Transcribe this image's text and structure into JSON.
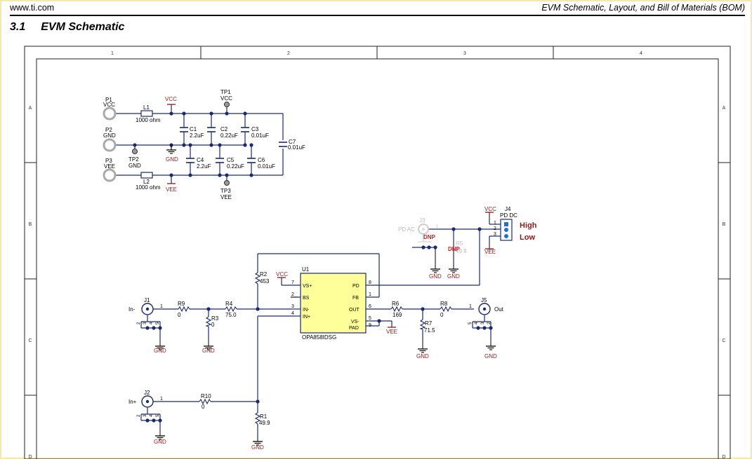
{
  "header": {
    "site": "www.ti.com",
    "doc_title": "EVM Schematic, Layout, and Bill of Materials (BOM)"
  },
  "section": {
    "number": "3.1",
    "title": "EVM Schematic"
  },
  "sheet": {
    "columns": [
      "1",
      "2",
      "3",
      "4"
    ],
    "rows": [
      "A",
      "B",
      "C",
      "D"
    ]
  },
  "power": {
    "ports": [
      {
        "ref": "P1",
        "net": "VCC"
      },
      {
        "ref": "P2",
        "net": "GND"
      },
      {
        "ref": "P3",
        "net": "VEE"
      }
    ],
    "inductors": [
      {
        "ref": "L1",
        "value": "1000 ohm"
      },
      {
        "ref": "L2",
        "value": "1000 ohm"
      }
    ],
    "testpoints": [
      {
        "ref": "TP1",
        "net": "VCC"
      },
      {
        "ref": "TP2",
        "net": "GND"
      },
      {
        "ref": "TP3",
        "net": "VEE"
      }
    ],
    "caps": [
      {
        "ref": "C1",
        "value": "2.2uF"
      },
      {
        "ref": "C2",
        "value": "0.22uF"
      },
      {
        "ref": "C3",
        "value": "0.01uF"
      },
      {
        "ref": "C4",
        "value": "2.2uF"
      },
      {
        "ref": "C5",
        "value": "0.22uF"
      },
      {
        "ref": "C6",
        "value": "0.01uF"
      },
      {
        "ref": "C7",
        "value": "0.01uF"
      }
    ],
    "vcc": "VCC",
    "gnd": "GND",
    "vee": "VEE"
  },
  "jumper": {
    "ref": "J4",
    "label": "PD DC",
    "pins": [
      "1",
      "2",
      "3"
    ],
    "high": "High",
    "low": "Low",
    "vcc": "VCC",
    "vee": "VEE"
  },
  "dnp": {
    "j3": "J3",
    "pdac": "PD AC",
    "pin1": "1",
    "r5": "R5",
    "r5_value": "49.9",
    "dnp": "DNP",
    "gnd": "GND"
  },
  "amp": {
    "ref": "U1",
    "part": "OPA858IDSG",
    "pins": [
      {
        "num": "7",
        "name": "VS+"
      },
      {
        "num": "2",
        "name": "BS"
      },
      {
        "num": "3",
        "name": "IN-"
      },
      {
        "num": "4",
        "name": "IN+"
      },
      {
        "num": "8",
        "name": "PD"
      },
      {
        "num": "1",
        "name": "FB"
      },
      {
        "num": "6",
        "name": "OUT"
      },
      {
        "num": "5",
        "name": "VS-"
      },
      {
        "num": "9",
        "name": "PAD"
      }
    ],
    "vcc": "VCC",
    "vee": "VEE"
  },
  "signal": {
    "j1": "J1",
    "in_minus": "In-",
    "j2": "J2",
    "in_plus": "In+",
    "j5": "J5",
    "out": "Out",
    "r1": {
      "ref": "R1",
      "value": "49.9"
    },
    "r2": {
      "ref": "R2",
      "value": "453"
    },
    "r3": {
      "ref": "R3",
      "value": "0"
    },
    "r4": {
      "ref": "R4",
      "value": "75.0"
    },
    "r6": {
      "ref": "R6",
      "value": "169"
    },
    "r7": {
      "ref": "R7",
      "value": "71.5"
    },
    "r8": {
      "ref": "R8",
      "value": "0"
    },
    "r9": {
      "ref": "R9",
      "value": "0"
    },
    "r10": {
      "ref": "R10",
      "value": "0"
    },
    "pin1": "1",
    "shield_pins": [
      "2",
      "3",
      "4",
      "5"
    ],
    "gnd": "GND"
  }
}
